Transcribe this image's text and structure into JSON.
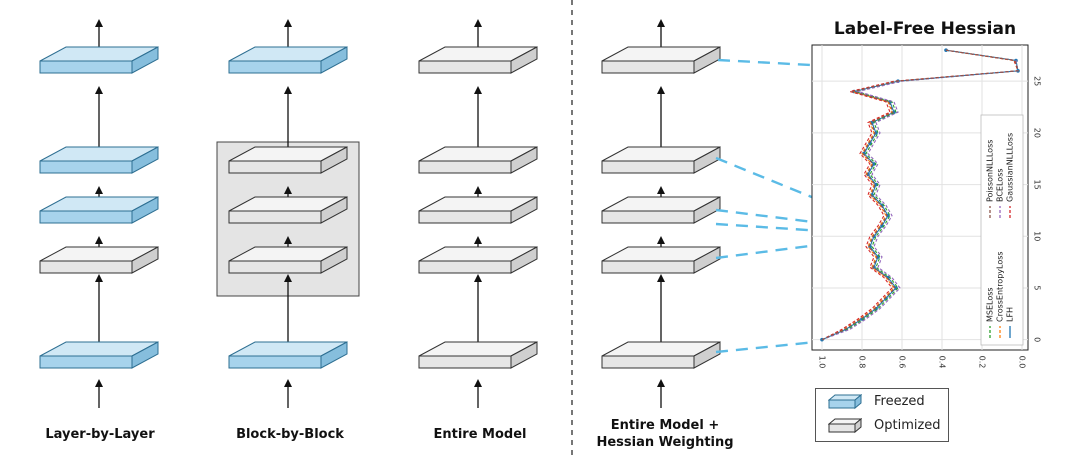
{
  "columns": [
    {
      "label": "Layer-by-Layer"
    },
    {
      "label": "Block-by-Block"
    },
    {
      "label": "Entire Model"
    },
    {
      "label_line1": "Entire Model +",
      "label_line2": "Hessian Weighting"
    }
  ],
  "legend": {
    "freezed": {
      "label": "Freezed",
      "color": "#a7d3ec"
    },
    "optimized": {
      "label": "Optimized",
      "color": "#e6e6e6"
    }
  },
  "colors": {
    "dashed_link": "#5bbbe6",
    "block_group_bg": "#e4e4e4",
    "divider": "#555555"
  },
  "chart_data": {
    "type": "line",
    "title": "Label-Free Hessian",
    "x_ticks": [
      0,
      5,
      10,
      15,
      20,
      25
    ],
    "y_ticks": [
      1.0,
      0.8,
      0.6,
      0.4,
      0.2,
      0.0
    ],
    "xlim": [
      -1,
      28.5
    ],
    "ylim": [
      1.05,
      -0.03
    ],
    "grid": true,
    "orientation": "rotated-90",
    "legend_position": "right",
    "x": [
      0,
      1,
      2,
      3,
      4,
      5,
      6,
      7,
      8,
      9,
      10,
      11,
      12,
      13,
      14,
      15,
      16,
      17,
      18,
      19,
      20,
      21,
      22,
      23,
      24,
      25,
      26,
      27,
      28
    ],
    "series": [
      {
        "name": "LFH",
        "color": "#1f77b4",
        "marker": true,
        "values": [
          1.0,
          0.88,
          0.8,
          0.73,
          0.68,
          0.63,
          0.67,
          0.74,
          0.72,
          0.76,
          0.74,
          0.7,
          0.67,
          0.7,
          0.75,
          0.73,
          0.77,
          0.74,
          0.79,
          0.76,
          0.73,
          0.75,
          0.64,
          0.66,
          0.84,
          0.62,
          0.02,
          0.03,
          0.38
        ]
      },
      {
        "name": "CrossEntropyLoss",
        "color": "#ff7f0e",
        "values": [
          1.0,
          0.89,
          0.81,
          0.74,
          0.69,
          0.64,
          0.68,
          0.75,
          0.73,
          0.77,
          0.75,
          0.71,
          0.68,
          0.71,
          0.76,
          0.74,
          0.78,
          0.75,
          0.8,
          0.77,
          0.74,
          0.76,
          0.65,
          0.67,
          0.85,
          0.63,
          0.02,
          0.04,
          0.38
        ]
      },
      {
        "name": "MSELoss",
        "color": "#2ca02c",
        "values": [
          1.0,
          0.87,
          0.79,
          0.72,
          0.67,
          0.62,
          0.66,
          0.73,
          0.71,
          0.75,
          0.73,
          0.69,
          0.66,
          0.69,
          0.74,
          0.72,
          0.76,
          0.73,
          0.78,
          0.75,
          0.72,
          0.74,
          0.63,
          0.65,
          0.83,
          0.61,
          0.02,
          0.03,
          0.38
        ]
      },
      {
        "name": "GaussianNLLLoss",
        "color": "#d62728",
        "values": [
          1.0,
          0.9,
          0.82,
          0.75,
          0.7,
          0.65,
          0.69,
          0.76,
          0.74,
          0.78,
          0.76,
          0.72,
          0.69,
          0.72,
          0.77,
          0.75,
          0.79,
          0.76,
          0.81,
          0.78,
          0.75,
          0.77,
          0.66,
          0.68,
          0.86,
          0.64,
          0.02,
          0.04,
          0.38
        ]
      },
      {
        "name": "BCELoss",
        "color": "#9467bd",
        "values": [
          1.0,
          0.86,
          0.78,
          0.71,
          0.66,
          0.61,
          0.65,
          0.72,
          0.7,
          0.74,
          0.72,
          0.68,
          0.65,
          0.68,
          0.73,
          0.71,
          0.75,
          0.72,
          0.77,
          0.74,
          0.71,
          0.73,
          0.62,
          0.64,
          0.82,
          0.6,
          0.02,
          0.03,
          0.38
        ]
      },
      {
        "name": "PoissonNLLLoss",
        "color": "#8c564b",
        "values": [
          1.0,
          0.885,
          0.805,
          0.735,
          0.685,
          0.635,
          0.675,
          0.745,
          0.725,
          0.765,
          0.745,
          0.705,
          0.675,
          0.705,
          0.755,
          0.735,
          0.775,
          0.745,
          0.795,
          0.765,
          0.735,
          0.755,
          0.645,
          0.665,
          0.845,
          0.625,
          0.02,
          0.035,
          0.38
        ]
      }
    ]
  }
}
